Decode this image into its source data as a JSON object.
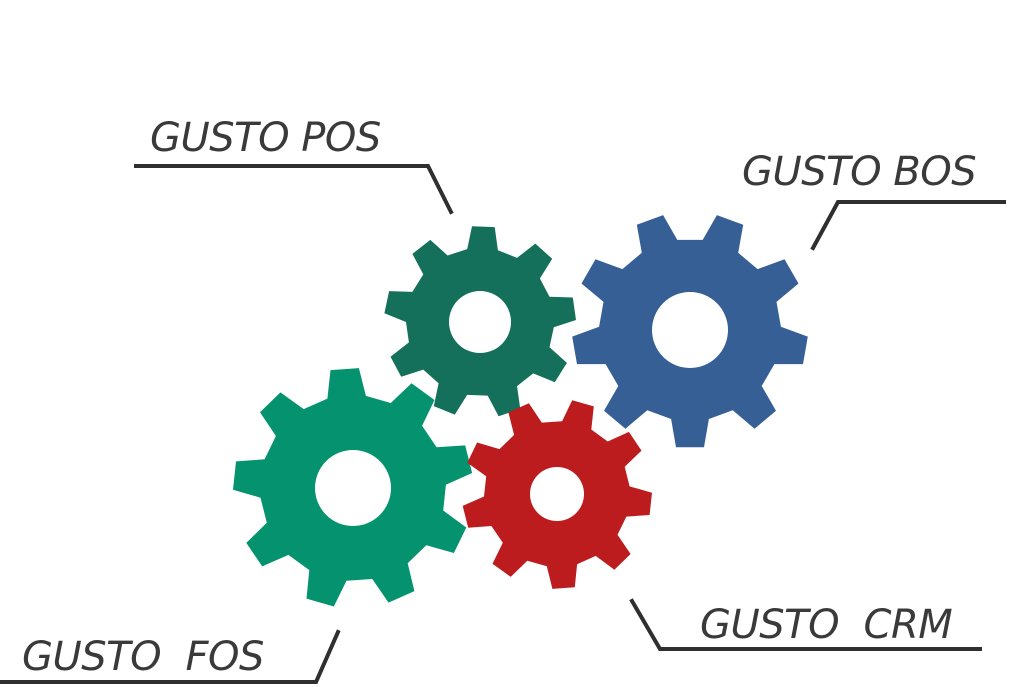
{
  "labels": {
    "pos": "GUSTO POS",
    "bos": "GUSTO BOS",
    "fos": "GUSTO  FOS",
    "crm": "GUSTO  CRM"
  },
  "colors": {
    "pos_gear": "#14705a",
    "bos_gear": "#366095",
    "fos_gear": "#05936f",
    "crm_gear": "#bd1c1f",
    "label_text": "#3a3a3a",
    "leader_line": "#2f2f2f"
  }
}
